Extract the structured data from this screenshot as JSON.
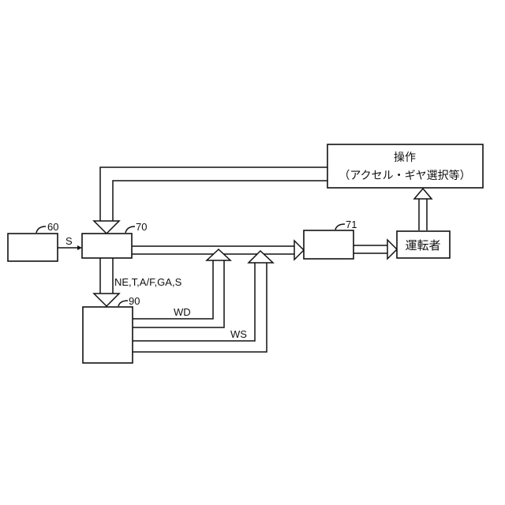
{
  "blocks": {
    "b60": {
      "ref": "60"
    },
    "b70": {
      "ref": "70"
    },
    "b71": {
      "ref": "71"
    },
    "b90": {
      "ref": "90"
    },
    "driver": {
      "label": "運転者"
    },
    "operation": {
      "line1": "操作",
      "line2": "（アクセル・ギヤ選択等）"
    }
  },
  "signals": {
    "s": "S",
    "inputs": "NE,T,A/F,GA,S",
    "wd": "WD",
    "ws": "WS"
  }
}
